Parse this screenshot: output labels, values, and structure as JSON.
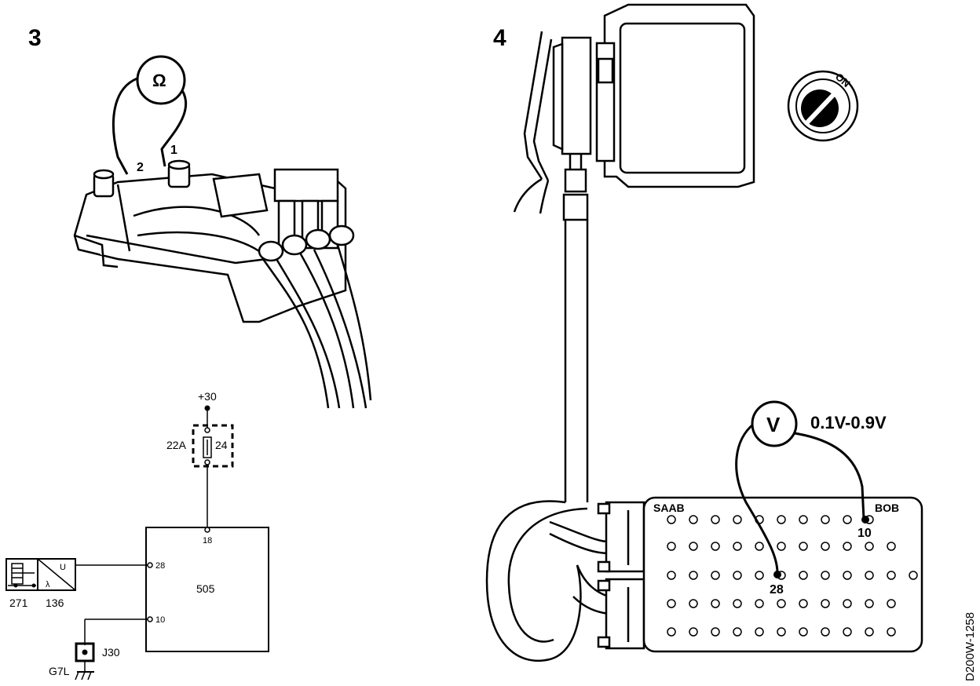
{
  "panels": {
    "left": {
      "number": "3"
    },
    "right": {
      "number": "4"
    }
  },
  "ohm_test": {
    "meter_symbol": "Ω",
    "pin_a": "2",
    "pin_b": "1"
  },
  "ignition": {
    "position_label": "ON"
  },
  "volt_test": {
    "meter_symbol": "V",
    "range_text": "0.1V-0.9V",
    "box_brand": "SAAB",
    "box_name": "BOB",
    "pin_a": "10",
    "pin_b": "28"
  },
  "schematic": {
    "supply": "+30",
    "fuse_box": "22A",
    "fuse_number": "24",
    "ecu": "505",
    "ecu_pin_top": "18",
    "ecu_pin_signal": "28",
    "ecu_pin_ground": "10",
    "sensor_heater_num": "271",
    "sensor_num": "136",
    "sensor_u": "U",
    "sensor_lambda": "λ",
    "ground_point": "G7L",
    "connector": "J30"
  },
  "figure_code": "D200W-1258"
}
